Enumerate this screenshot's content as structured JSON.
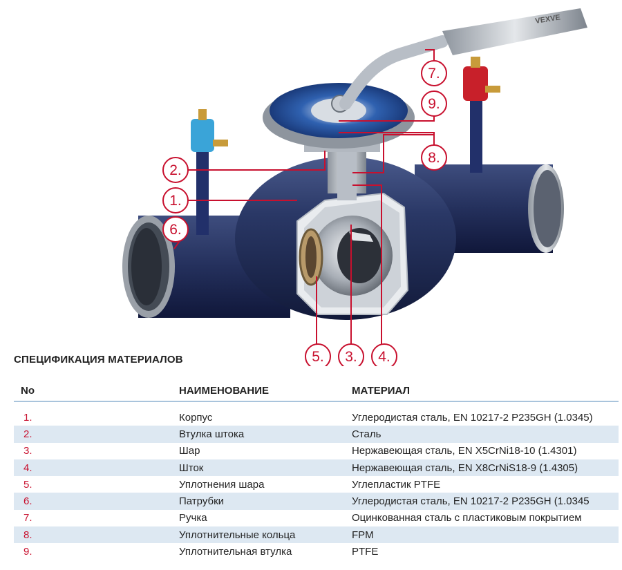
{
  "illustration": {
    "handle_brand": "VEXVE",
    "callouts": [
      "1.",
      "2.",
      "3.",
      "4.",
      "5.",
      "6.",
      "7.",
      "8.",
      "9."
    ]
  },
  "spec": {
    "title": "СПЕЦИФИКАЦИЯ МАТЕРИАЛОВ",
    "headers": {
      "no": "No",
      "name": "НАИМЕНОВАНИЕ",
      "material": "МАТЕРИАЛ"
    },
    "rows": [
      {
        "no": "1.",
        "name": "Корпус",
        "material": "Углеродистая сталь, EN 10217-2 P235GH (1.0345)"
      },
      {
        "no": "2.",
        "name": "Втулка штока",
        "material": "Сталь"
      },
      {
        "no": "3.",
        "name": "Шар",
        "material": "Нержавеющая сталь, EN X5CrNi18-10 (1.4301)"
      },
      {
        "no": "4.",
        "name": "Шток",
        "material": "Нержавеющая сталь, EN X8CrNiS18-9 (1.4305)"
      },
      {
        "no": "5.",
        "name": "Уплотнения шара",
        "material": "Углепластик PTFE"
      },
      {
        "no": "6.",
        "name": "Патрубки",
        "material": "Углеродистая сталь, EN 10217-2 P235GH (1.0345"
      },
      {
        "no": "7.",
        "name": "Ручка",
        "material": "Оцинкованная сталь с пластиковым покрытием"
      },
      {
        "no": "8.",
        "name": "Уплотнительные кольца",
        "material": "FPM"
      },
      {
        "no": "9.",
        "name": "Уплотнительная втулка",
        "material": "PTFE"
      }
    ]
  },
  "colors": {
    "callout": "#c8102e",
    "body": "#1e2a52",
    "pipe_end": "#aab0b8",
    "row_band": "#dde8f2",
    "port_left": "#3aa4d8",
    "port_right": "#c8202a"
  }
}
